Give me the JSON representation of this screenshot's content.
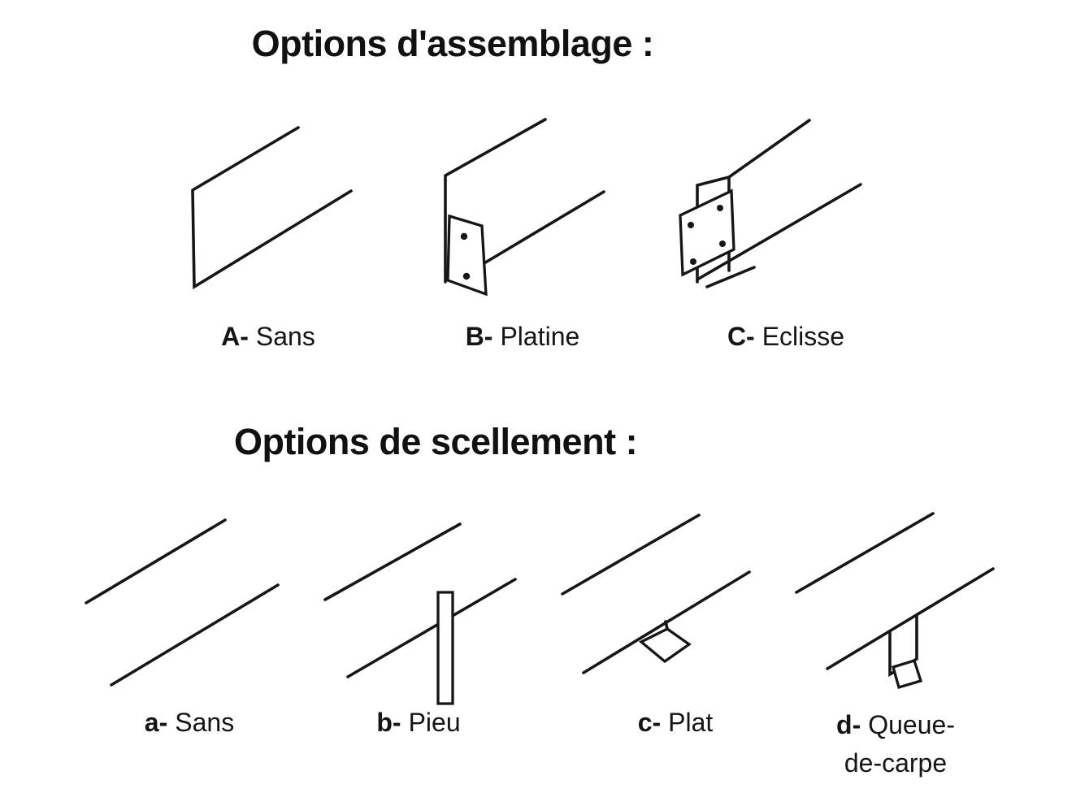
{
  "colors": {
    "background": "#ffffff",
    "text": "#131313",
    "line": "#161616"
  },
  "sections": {
    "assemblage": {
      "title": "Options d'assemblage :",
      "options": [
        {
          "prefix": "A-",
          "name": "Sans"
        },
        {
          "prefix": "B-",
          "name": "Platine"
        },
        {
          "prefix": "C-",
          "name": "Eclisse"
        }
      ]
    },
    "scellement": {
      "title": "Options de scellement :",
      "options": [
        {
          "prefix": "a-",
          "name": "Sans"
        },
        {
          "prefix": "b-",
          "name": "Pieu"
        },
        {
          "prefix": "c-",
          "name": "Plat"
        },
        {
          "prefix": "d-",
          "name": "Queue-de-carpe"
        }
      ]
    }
  }
}
